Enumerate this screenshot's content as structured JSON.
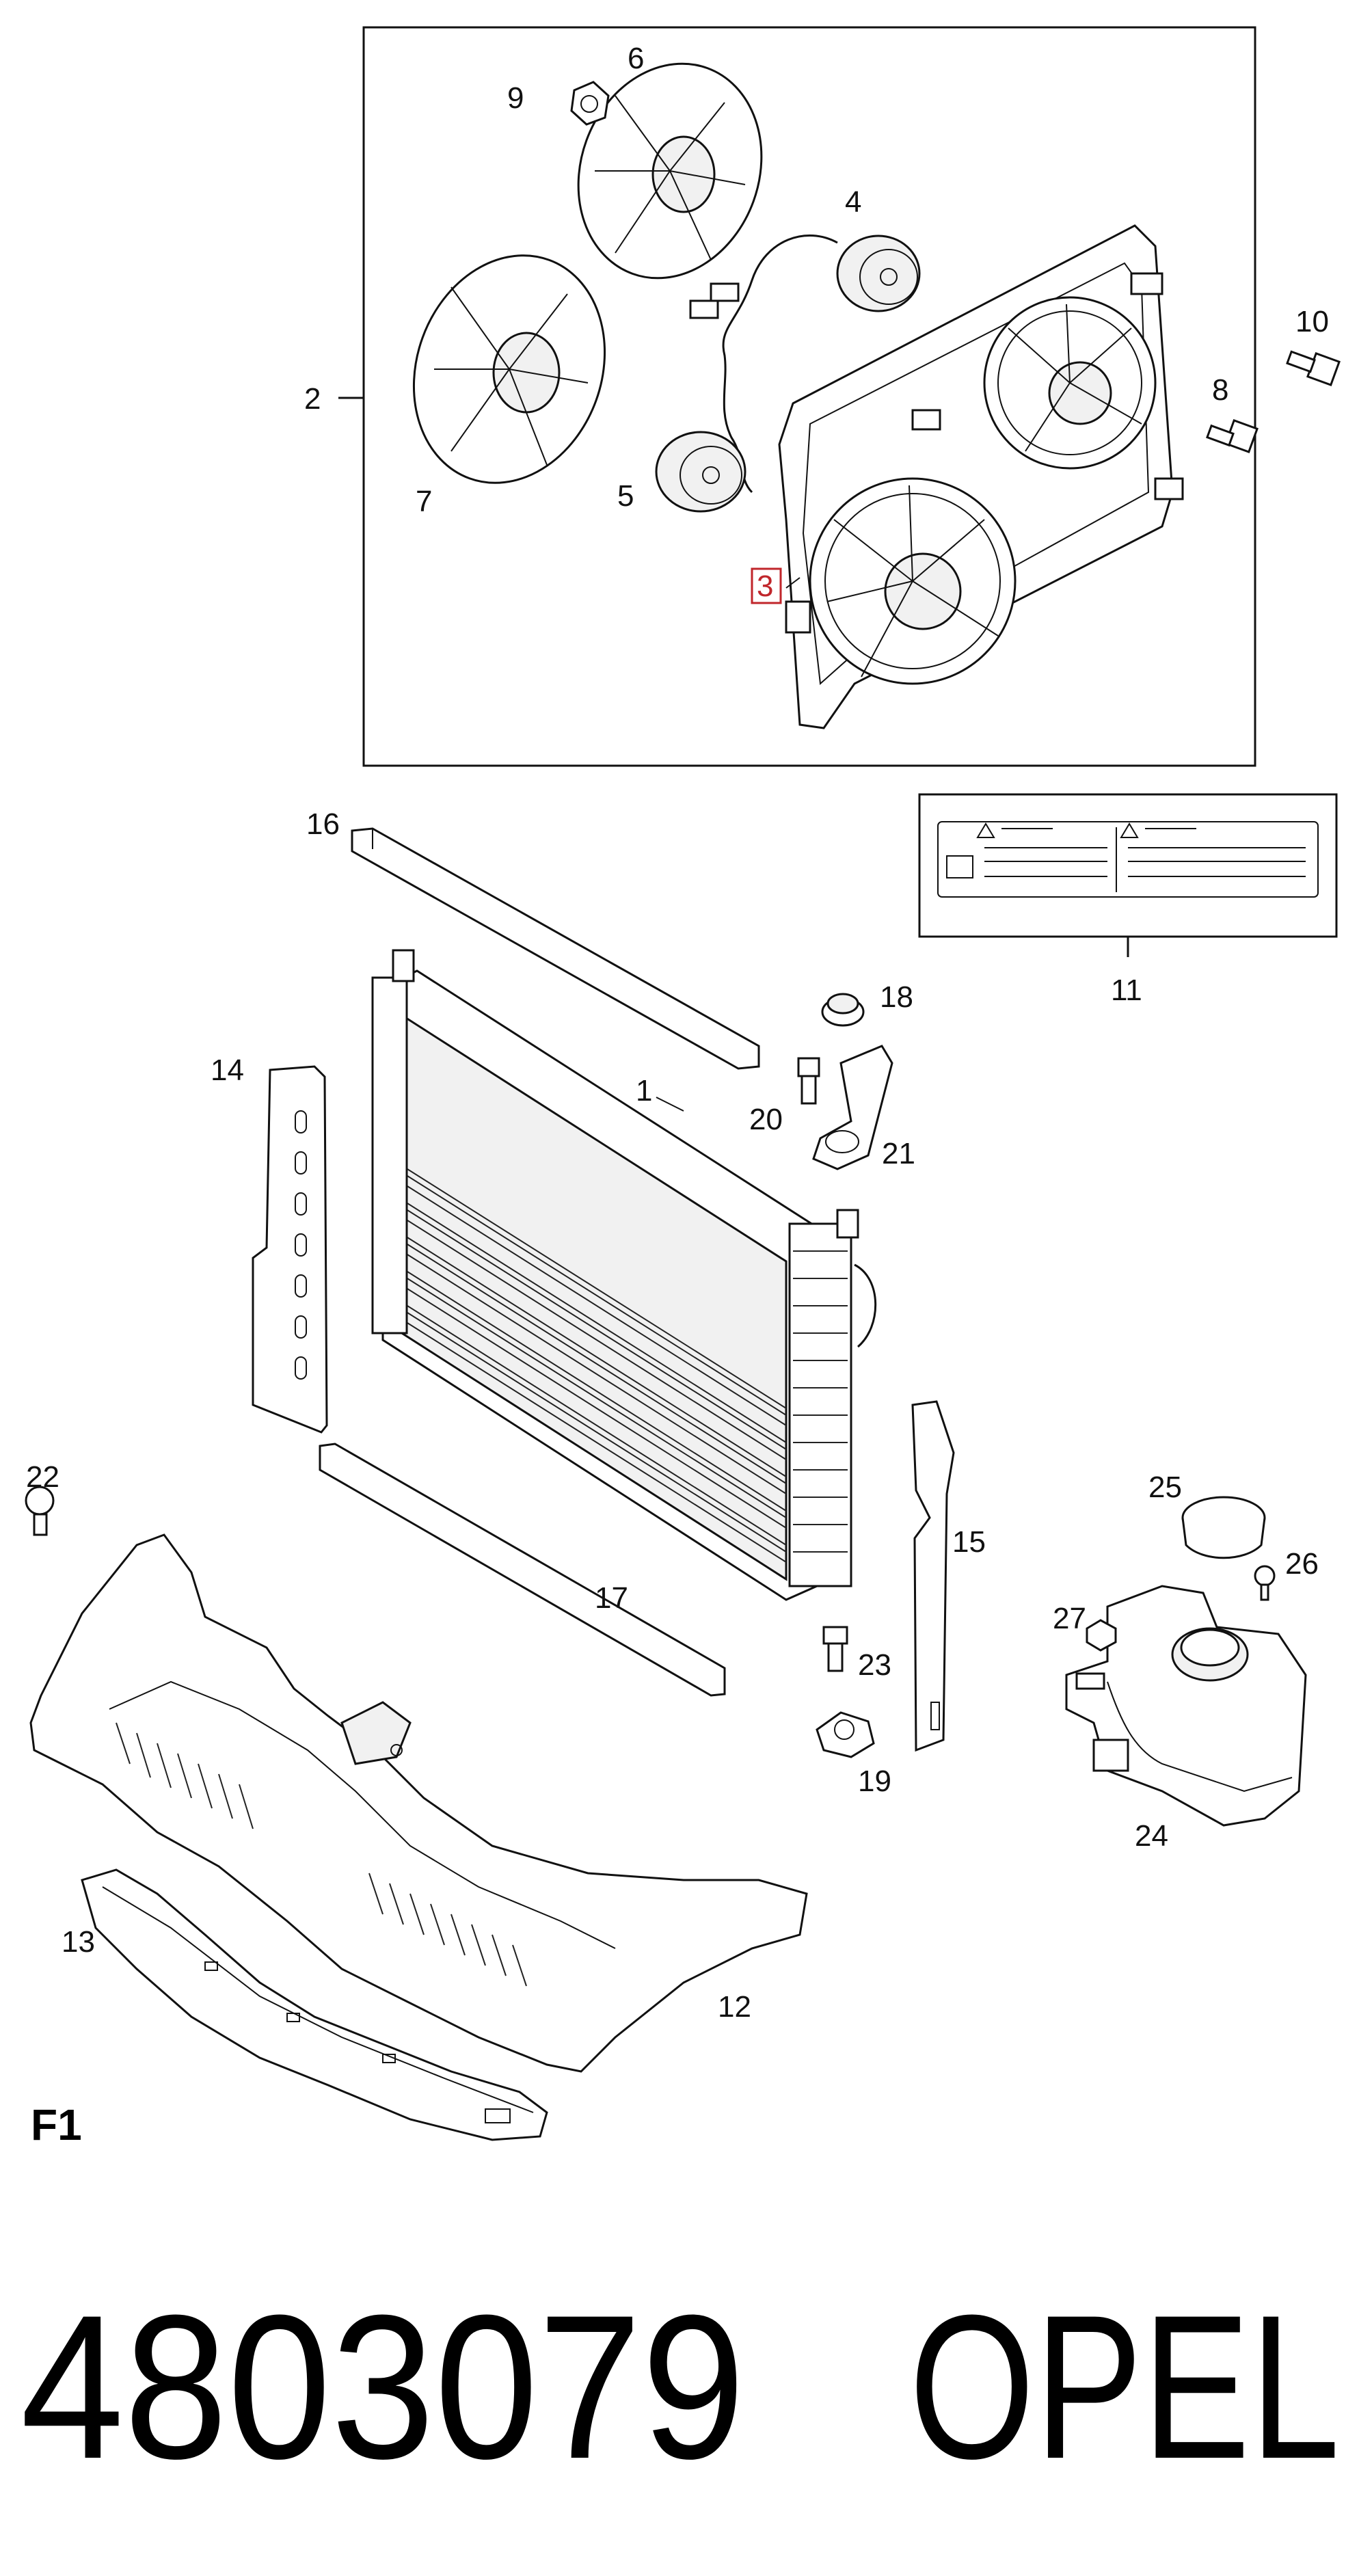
{
  "diagram": {
    "callouts": [
      "1",
      "2",
      "3",
      "4",
      "5",
      "6",
      "7",
      "8",
      "9",
      "10",
      "11",
      "12",
      "13",
      "14",
      "15",
      "16",
      "17",
      "18",
      "19",
      "20",
      "21",
      "22",
      "23",
      "24",
      "25",
      "26",
      "27"
    ],
    "highlighted_callout": "3",
    "section_label": "F1",
    "part_number": "4803079",
    "brand": "OPEL",
    "highlight_color": "#c0262b"
  }
}
